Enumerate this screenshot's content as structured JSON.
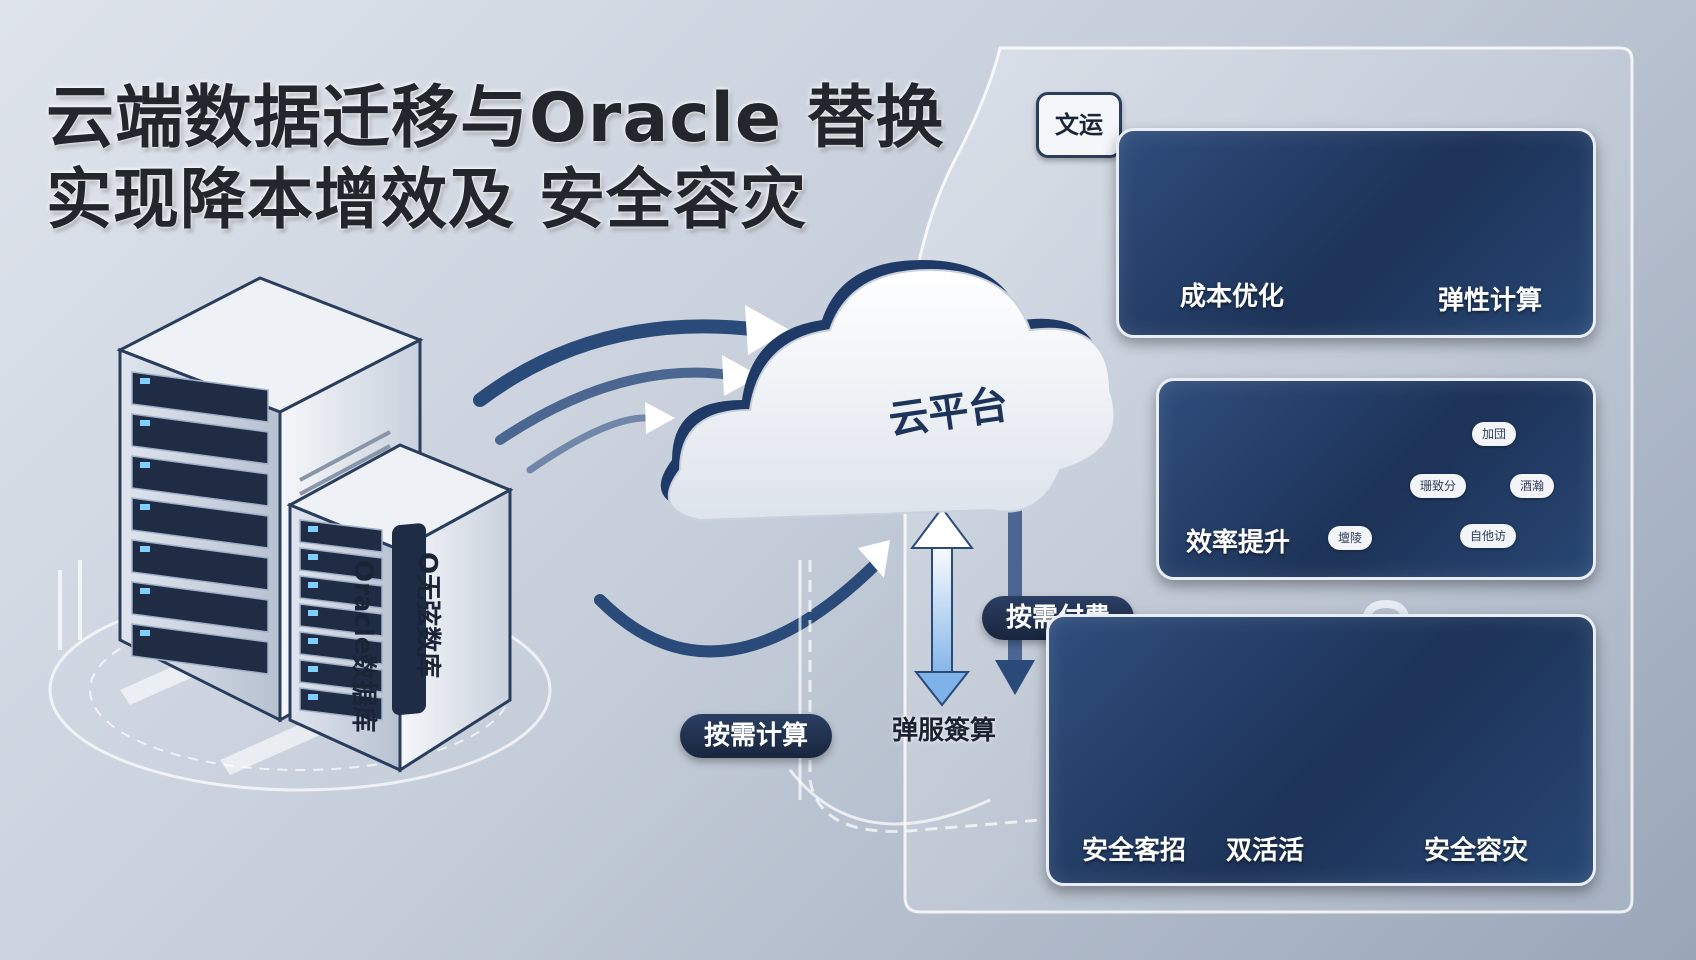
{
  "title": {
    "line1": "云端数据迁移与Oracle 替换",
    "line2": "实现降本增效及 安全容灾"
  },
  "database": {
    "label_line1": "Oracle数据库",
    "label_line2": "O无弦数库"
  },
  "cloud": {
    "label": "云平台"
  },
  "flow_labels": {
    "pay_on_demand": "按需付费",
    "compute_on_demand": "按需计算",
    "elastic": "弹服簽算"
  },
  "panel": {
    "tag": "文运",
    "cards": [
      {
        "labels": [
          "成本优化",
          "弹性计算"
        ]
      },
      {
        "labels": [
          "效率提升"
        ],
        "mini": [
          "加団",
          "珊致分",
          "酒瀚",
          "自他访",
          "壇陵"
        ]
      },
      {
        "labels": [
          "安全客招",
          "双活活",
          "安全容灾"
        ]
      }
    ]
  },
  "colors": {
    "navy": "#1d3358",
    "accent_blue": "#4a86c8",
    "light": "#eef2f8"
  }
}
